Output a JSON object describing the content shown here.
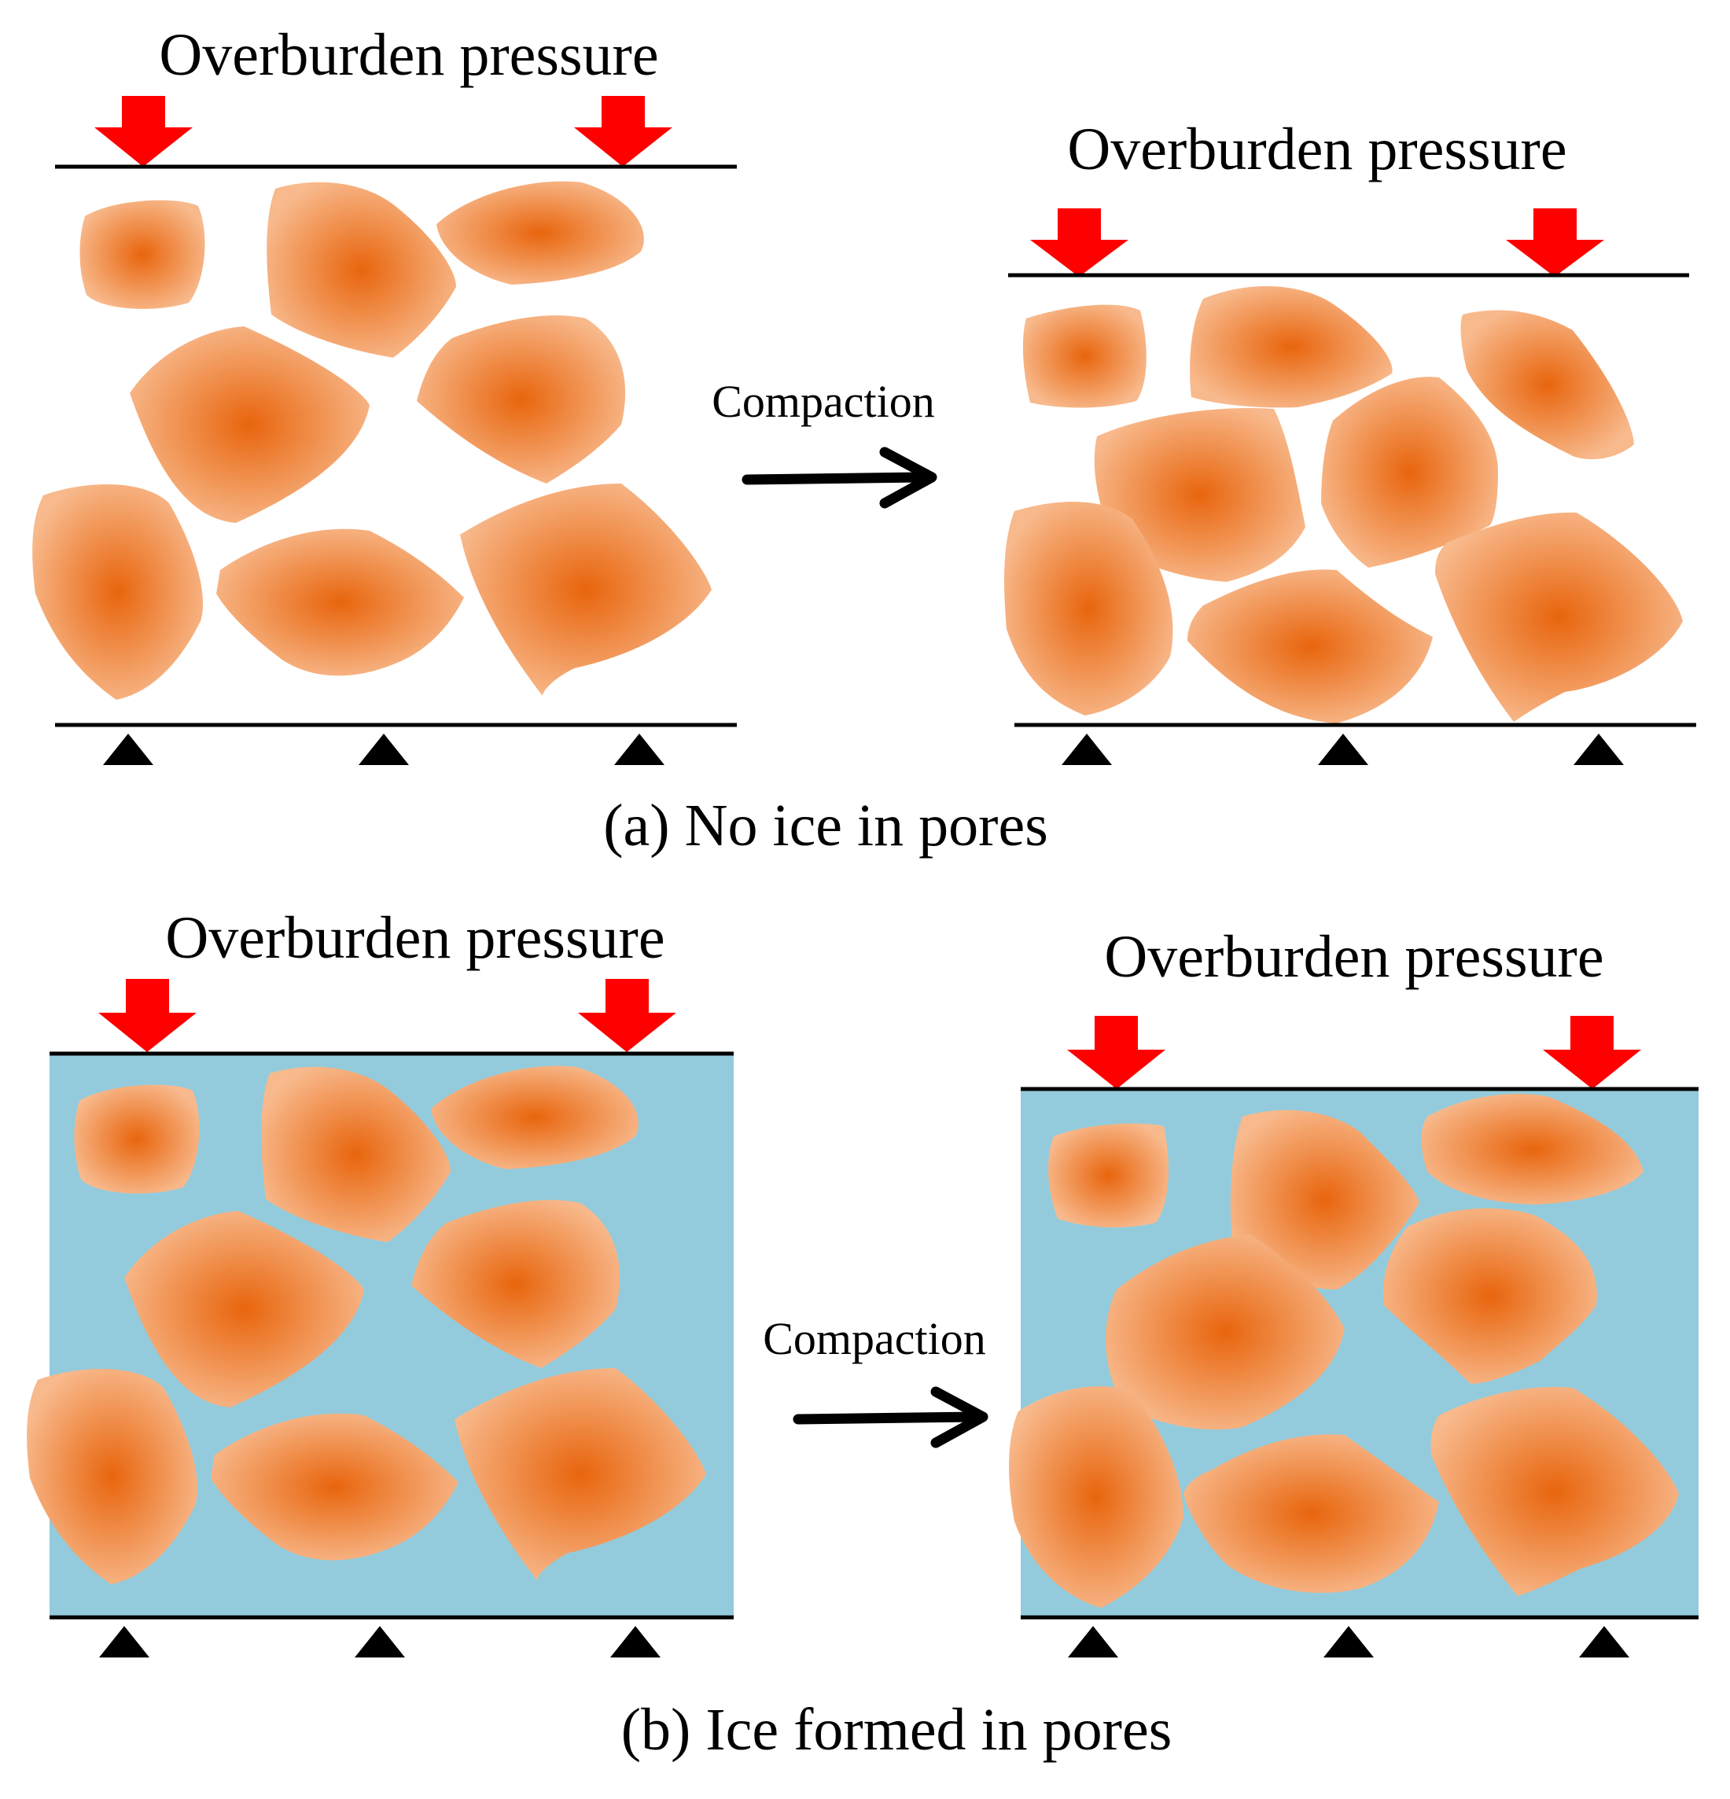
{
  "labels": {
    "pressure": "Overburden pressure",
    "compaction": "Compaction",
    "caption_a": "(a) No ice in pores",
    "caption_b": "(b) Ice formed in pores"
  },
  "colors": {
    "pressure_arrow": "#ff0000",
    "particle_center": "#e8650d",
    "particle_edge": "#f8b98c",
    "ice_fill": "#93cbdc",
    "line": "#000000"
  }
}
